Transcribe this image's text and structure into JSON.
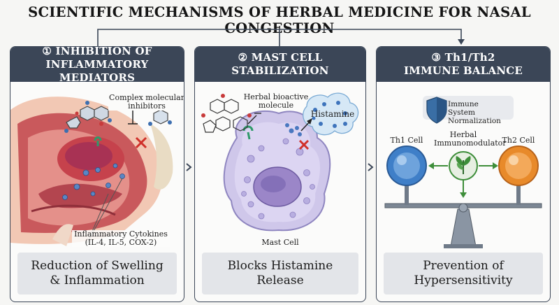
{
  "title": "SCIENTIFIC MECHANISMS OF HERBAL MEDICINE FOR NASAL CONGESTION",
  "panels": [
    {
      "number": "①",
      "heading_line1": "INHIBITION OF",
      "heading_line2": "INFLAMMATORY MEDIATORS",
      "labels": {
        "inhibitors_line1": "Complex molecular",
        "inhibitors_line2": "inhibitors",
        "cytokines_line1": "Inflammatory Cytokines",
        "cytokines_line2": "(IL-4, IL-5, COX-2)"
      },
      "footer_line1": "Reduction of Swelling",
      "footer_line2": "& Inflammation"
    },
    {
      "number": "②",
      "heading_line1": "MAST CELL",
      "heading_line2": "STABILIZATION",
      "labels": {
        "molecule_line1": "Herbal bioactive",
        "molecule_line2": "molecule",
        "histamine": "Histamine",
        "mast_cell": "Mast Cell"
      },
      "footer_line1": "Blocks Histamine",
      "footer_line2": "Release"
    },
    {
      "number": "③",
      "heading_line1": "Th1/Th2",
      "heading_line2": "IMMUNE BALANCE",
      "labels": {
        "normalization_line1": "Immune System",
        "normalization_line2": "Normalization",
        "th1": "Th1 Cell",
        "herbal_line1": "Herbal",
        "herbal_line2": "Immunomodulator",
        "th2": "Th2 Cell"
      },
      "footer_line1": "Prevention of",
      "footer_line2": "Hypersensitivity"
    }
  ],
  "colors": {
    "header_bg": "#3b4657",
    "footer_bg": "#e3e5e9",
    "inhibit_red": "#d0302a",
    "th1_blue": "#3f7fc8",
    "th2_orange": "#e88a2a",
    "herbal_green": "#3e8e3a"
  }
}
